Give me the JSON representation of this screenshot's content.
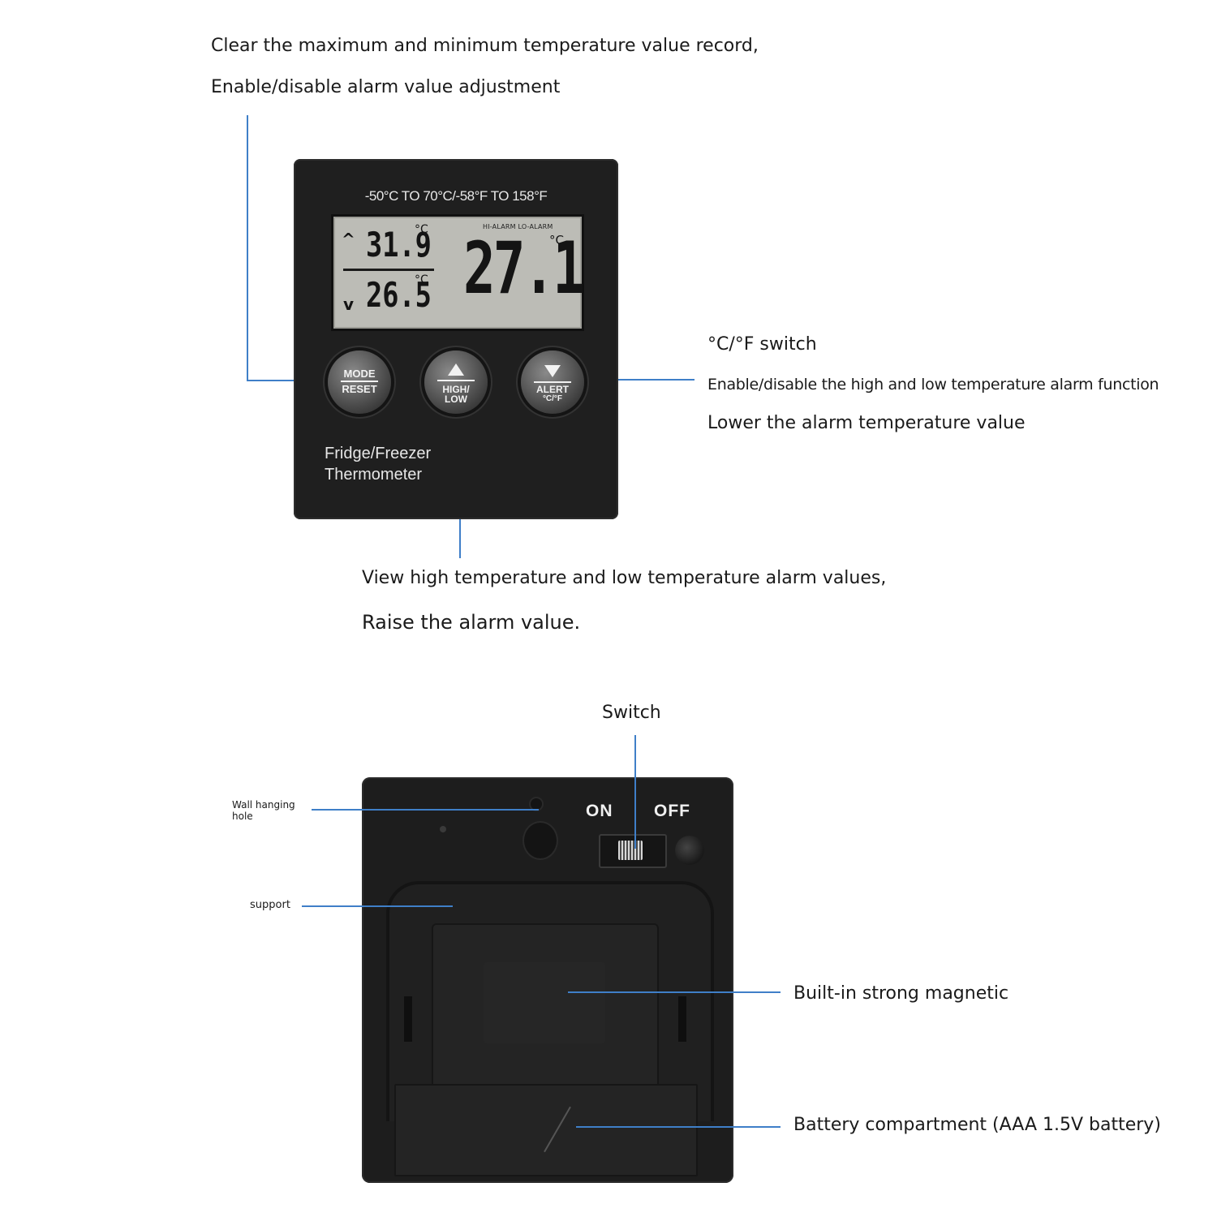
{
  "front": {
    "callouts": {
      "mode_reset_line1": "Clear the maximum and minimum temperature value record,",
      "mode_reset_line2": "Enable/disable alarm value adjustment",
      "alert_line1": "°C/°F switch",
      "alert_line2": "Enable/disable the high and low temperature alarm function",
      "alert_line3": "Lower the alarm temperature value",
      "high_low_line1": "View high temperature and low temperature alarm values,",
      "high_low_line2": "Raise the alarm value."
    },
    "device": {
      "range": "-50°C TO 70°C/-58°F TO 158°F",
      "lcd": {
        "max_value": "31.9",
        "min_value": "26.5",
        "current_value": "27.1",
        "unit": "°C",
        "alarm_labels": "HI-ALARM  LO-ALARM",
        "up_arrow": "^",
        "down_arrow": "v"
      },
      "buttons": {
        "mode_top": "MODE",
        "mode_bottom": "RESET",
        "high_top": "HIGH/",
        "high_bottom": "LOW",
        "alert_top": "ALERT",
        "alert_bottom": "°C/°F"
      },
      "brand_line1": "Fridge/Freezer",
      "brand_line2": "Thermometer"
    }
  },
  "back": {
    "callouts": {
      "switch": "Switch",
      "wall_hole_line1": "Wall hanging",
      "wall_hole_line2": "hole",
      "support": "support",
      "magnetic": "Built-in strong magnetic",
      "battery": "Battery compartment (AAA 1.5V battery)"
    },
    "device": {
      "on_label": "ON",
      "off_label": "OFF"
    }
  },
  "colors": {
    "leader_line": "#3f7fc8",
    "device_body": "#1f1f1f",
    "lcd_background": "#bcbcb6"
  }
}
